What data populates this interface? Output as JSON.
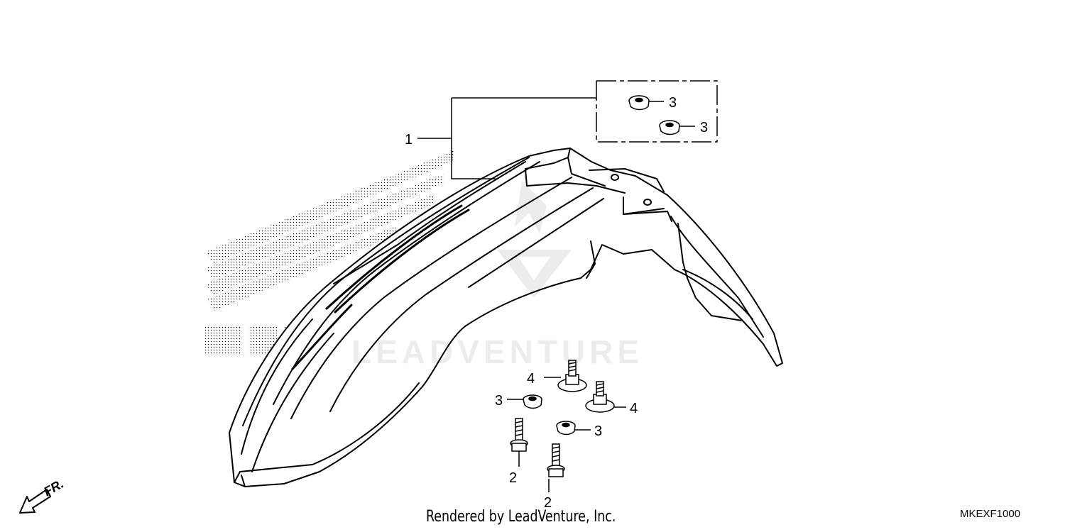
{
  "diagram": {
    "callouts": {
      "fender": "1",
      "bolt_left": "2",
      "bolt_right": "2",
      "nut_top": "3",
      "nut_top_right": "3",
      "nut_left": "3",
      "nut_right": "3",
      "washer_bolt_left": "4",
      "washer_bolt_right": "4"
    },
    "front_indicator": "FR.",
    "watermark": "LEADVENTURE",
    "footer_credit": "Rendered by LeadVenture, Inc.",
    "diagram_code": "MKEXF1000"
  },
  "colors": {
    "line": "#000000",
    "background": "#ffffff"
  },
  "icons": [
    "front-direction-arrow-icon",
    "honda-wing-logo",
    "leadventure-logo"
  ]
}
